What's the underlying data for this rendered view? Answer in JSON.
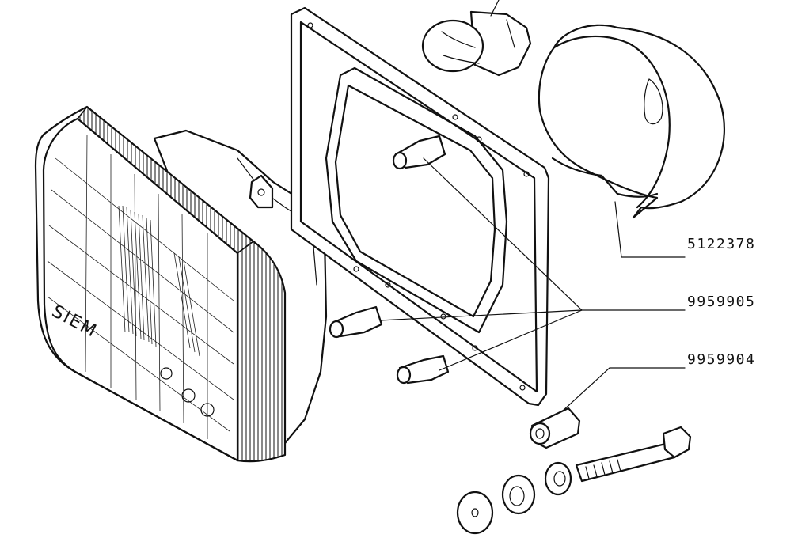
{
  "lens_brand": "SIEM",
  "callouts": [
    {
      "part_number": "5122378"
    },
    {
      "part_number": "9959905"
    },
    {
      "part_number": "9959904"
    }
  ]
}
